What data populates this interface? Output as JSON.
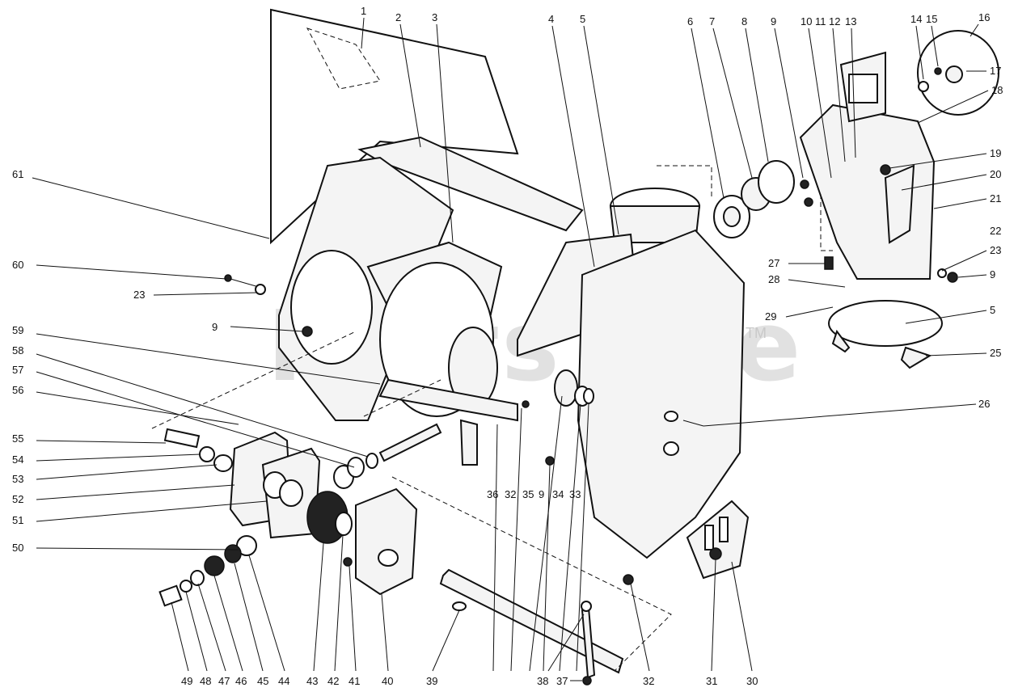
{
  "watermark": {
    "text": "PartsTree",
    "trademark": "TM"
  },
  "drawing_code": "",
  "callouts": [
    {
      "id": "c1",
      "label": "1"
    },
    {
      "id": "c2",
      "label": "2"
    },
    {
      "id": "c3",
      "label": "3"
    },
    {
      "id": "c4",
      "label": "4"
    },
    {
      "id": "c5a",
      "label": "5"
    },
    {
      "id": "c6",
      "label": "6"
    },
    {
      "id": "c7",
      "label": "7"
    },
    {
      "id": "c8",
      "label": "8"
    },
    {
      "id": "c9a",
      "label": "9"
    },
    {
      "id": "c10",
      "label": "10"
    },
    {
      "id": "c11",
      "label": "11"
    },
    {
      "id": "c12",
      "label": "12"
    },
    {
      "id": "c13",
      "label": "13"
    },
    {
      "id": "c14",
      "label": "14"
    },
    {
      "id": "c15",
      "label": "15"
    },
    {
      "id": "c16",
      "label": "16"
    },
    {
      "id": "c17",
      "label": "17"
    },
    {
      "id": "c18",
      "label": "18"
    },
    {
      "id": "c19",
      "label": "19"
    },
    {
      "id": "c20",
      "label": "20"
    },
    {
      "id": "c21",
      "label": "21"
    },
    {
      "id": "c22",
      "label": "22"
    },
    {
      "id": "c23a",
      "label": "23"
    },
    {
      "id": "c9b",
      "label": "9"
    },
    {
      "id": "c27",
      "label": "27"
    },
    {
      "id": "c28",
      "label": "28"
    },
    {
      "id": "c29",
      "label": "29"
    },
    {
      "id": "c5b",
      "label": "5"
    },
    {
      "id": "c25",
      "label": "25"
    },
    {
      "id": "c26",
      "label": "26"
    },
    {
      "id": "c61",
      "label": "61"
    },
    {
      "id": "c60",
      "label": "60"
    },
    {
      "id": "c23b",
      "label": "23"
    },
    {
      "id": "c9c",
      "label": "9"
    },
    {
      "id": "c59",
      "label": "59"
    },
    {
      "id": "c58",
      "label": "58"
    },
    {
      "id": "c57",
      "label": "57"
    },
    {
      "id": "c56",
      "label": "56"
    },
    {
      "id": "c55",
      "label": "55"
    },
    {
      "id": "c54",
      "label": "54"
    },
    {
      "id": "c53",
      "label": "53"
    },
    {
      "id": "c52",
      "label": "52"
    },
    {
      "id": "c51",
      "label": "51"
    },
    {
      "id": "c50",
      "label": "50"
    },
    {
      "id": "c36",
      "label": "36"
    },
    {
      "id": "c32a",
      "label": "32"
    },
    {
      "id": "c35",
      "label": "35"
    },
    {
      "id": "c9d",
      "label": "9"
    },
    {
      "id": "c34",
      "label": "34"
    },
    {
      "id": "c33",
      "label": "33"
    },
    {
      "id": "c49",
      "label": "49"
    },
    {
      "id": "c48",
      "label": "48"
    },
    {
      "id": "c47",
      "label": "47"
    },
    {
      "id": "c46",
      "label": "46"
    },
    {
      "id": "c45",
      "label": "45"
    },
    {
      "id": "c44",
      "label": "44"
    },
    {
      "id": "c43",
      "label": "43"
    },
    {
      "id": "c42",
      "label": "42"
    },
    {
      "id": "c41",
      "label": "41"
    },
    {
      "id": "c40",
      "label": "40"
    },
    {
      "id": "c39",
      "label": "39"
    },
    {
      "id": "c38",
      "label": "38"
    },
    {
      "id": "c37",
      "label": "37"
    },
    {
      "id": "c32b",
      "label": "32"
    },
    {
      "id": "c31",
      "label": "31"
    },
    {
      "id": "c30",
      "label": "30"
    }
  ]
}
